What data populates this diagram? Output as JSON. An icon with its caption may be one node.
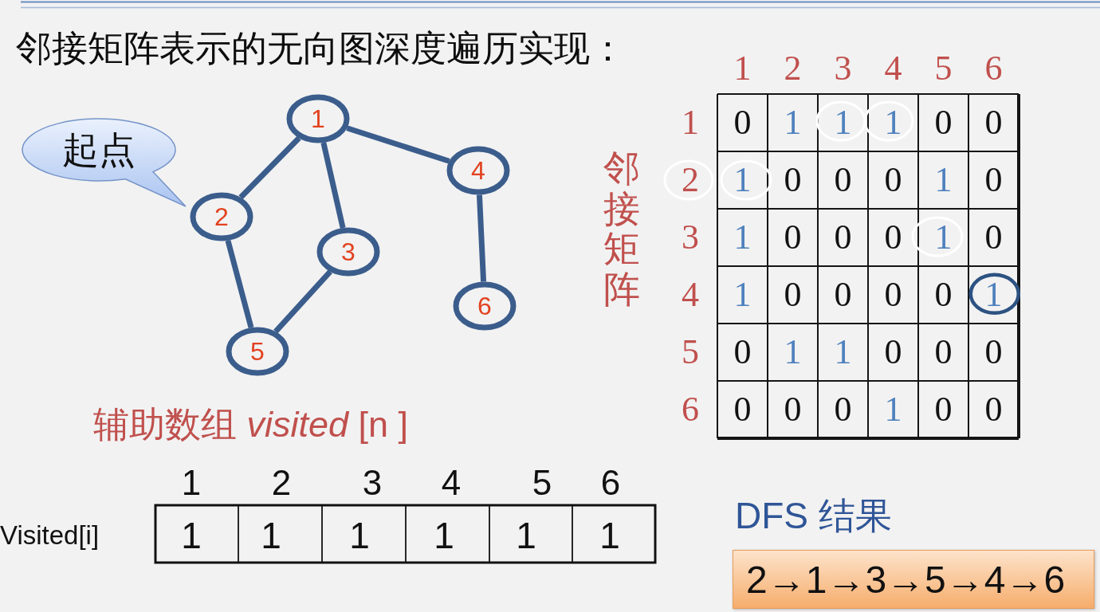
{
  "diagram": {
    "title": "邻接矩阵表示的无向图深度遍历实现：",
    "nodes": [
      {
        "text": [
          "起点"
        ]
      },
      {
        "text": [
          "1"
        ]
      },
      {
        "text": [
          "2"
        ]
      },
      {
        "text": [
          "3"
        ]
      },
      {
        "text": [
          "4"
        ]
      },
      {
        "text": [
          "5"
        ]
      },
      {
        "text": [
          "6"
        ]
      },
      {
        "text": [
          "DFS 结果",
          "2→1→3→5→4→6"
        ]
      }
    ],
    "edges": [
      {
        "from": 1,
        "to": 2,
        "arrow": "none"
      },
      {
        "from": 1,
        "to": 3,
        "arrow": "none"
      },
      {
        "from": 1,
        "to": 4,
        "arrow": "none"
      },
      {
        "from": 2,
        "to": 5,
        "arrow": "none"
      },
      {
        "from": 3,
        "to": 5,
        "arrow": "none"
      },
      {
        "from": 4,
        "to": 6,
        "arrow": "none"
      }
    ],
    "labels": [
      "1",
      "2",
      "3",
      "4",
      "5",
      "6",
      "1",
      "0",
      "1",
      "1",
      "1",
      "0",
      "0",
      "2",
      "1",
      "0",
      "0",
      "0",
      "1",
      "0",
      "3",
      "1",
      "0",
      "0",
      "0",
      "1",
      "0",
      "4",
      "1",
      "0",
      "0",
      "0",
      "0",
      "1",
      "5",
      "0",
      "1",
      "1",
      "0",
      "0",
      "0",
      "6",
      "0",
      "0",
      "0",
      "1",
      "0",
      "0",
      "邻接矩阵",
      "辅助数组 *visited* [n ]",
      "1",
      "2",
      "3",
      "4",
      "5",
      "6",
      "Visited[i]",
      "1",
      "1",
      "1",
      "1",
      "1",
      "1"
    ]
  }
}
